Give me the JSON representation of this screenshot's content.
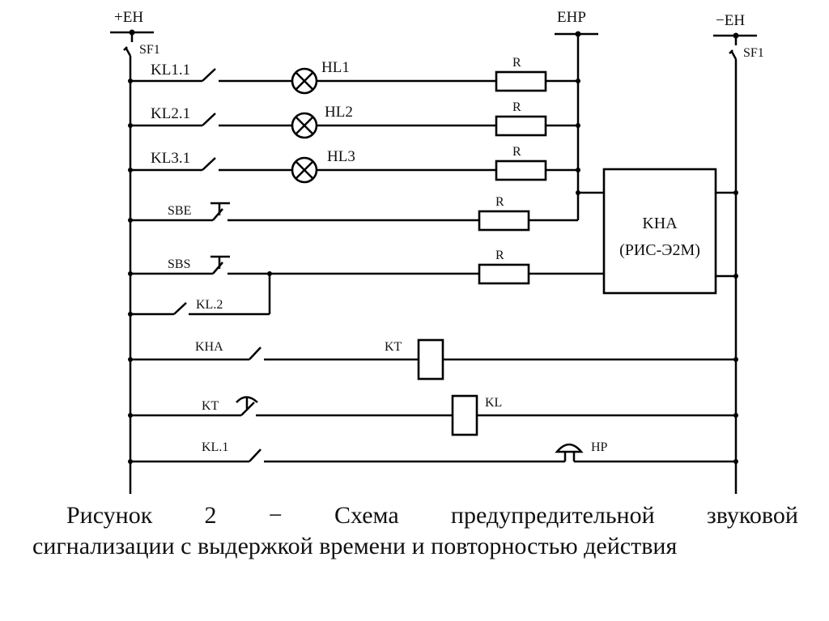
{
  "buses": {
    "plus": "+EH",
    "minus": "−EH",
    "ehp": "EHP",
    "sf1_left": "SF1",
    "sf1_right": "SF1"
  },
  "rows": [
    {
      "contact": "KL1.1",
      "lamp": "HL1",
      "resistor": "R"
    },
    {
      "contact": "KL2.1",
      "lamp": "HL2",
      "resistor": "R"
    },
    {
      "contact": "KL3.1",
      "lamp": "HL3",
      "resistor": "R"
    },
    {
      "button": "SBE",
      "resistor": "R"
    },
    {
      "button": "SBS",
      "resistor": "R",
      "parallel_contact": "KL.2"
    },
    {
      "contact": "KHA",
      "coil": "KT"
    },
    {
      "contact": "KT",
      "coil": "KL"
    },
    {
      "contact": "KL.1",
      "horn": "HP"
    }
  ],
  "relay_block": {
    "name": "KHA",
    "model": "(РИС-Э2М)"
  },
  "caption": {
    "line1": [
      "Рисунок",
      "2",
      "−",
      "Схема",
      "предупредительной",
      "звуковой"
    ],
    "line2": "сигнализации с выдержкой времени и повторностью действия"
  }
}
